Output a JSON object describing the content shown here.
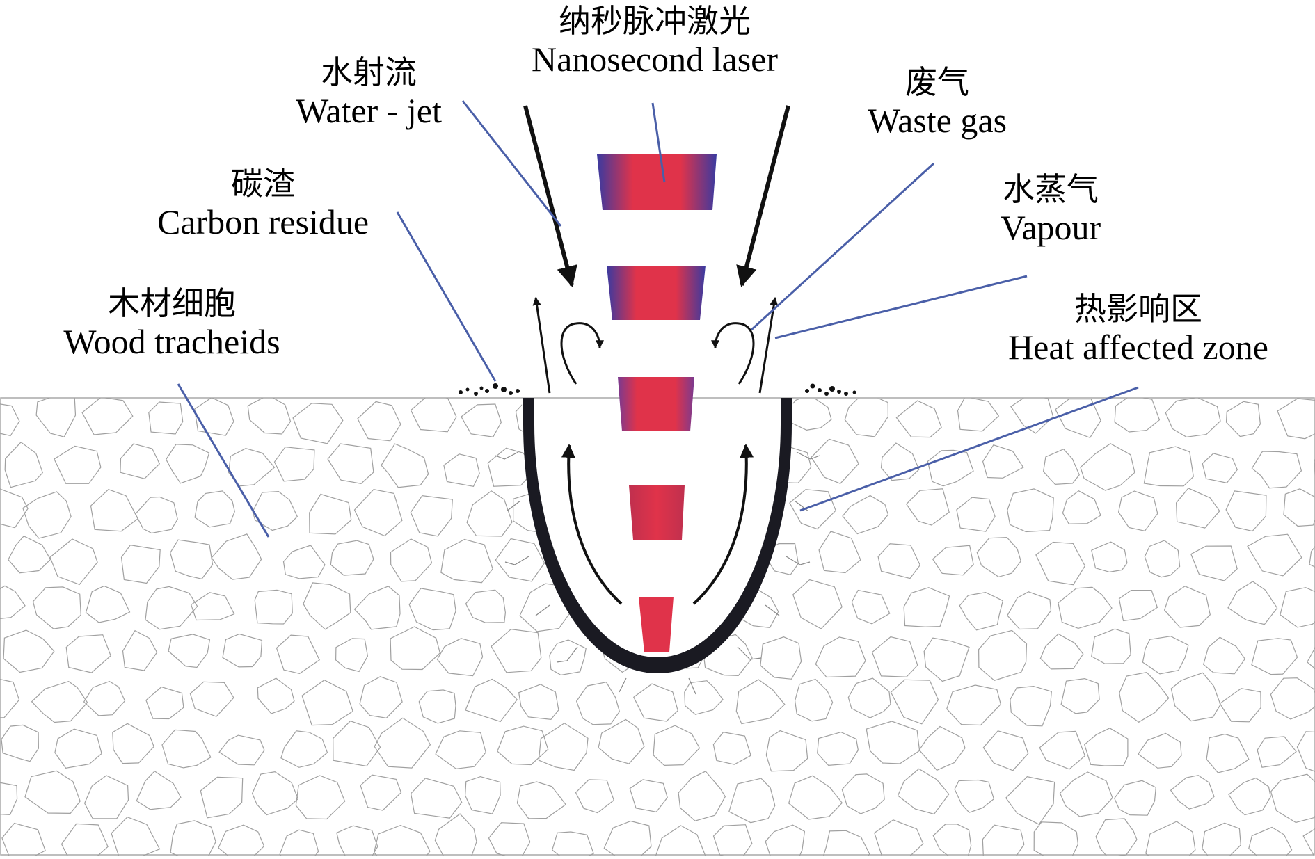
{
  "labels": {
    "laser": {
      "zh": "纳秒脉冲激光",
      "en": "Nanosecond laser"
    },
    "water_jet": {
      "zh": "水射流",
      "en": "Water - jet"
    },
    "waste_gas": {
      "zh": "废气",
      "en": "Waste gas"
    },
    "carbon_residue": {
      "zh": "碳渣",
      "en": "Carbon residue"
    },
    "vapour": {
      "zh": "水蒸气",
      "en": "Vapour"
    },
    "wood_tracheids": {
      "zh": "木材细胞",
      "en": "Wood tracheids"
    },
    "heat_affected_zone": {
      "zh": "热影响区",
      "en": "Heat affected zone"
    }
  },
  "colors": {
    "leader_line": "#4a5fa8",
    "laser_center": "#e0334a",
    "laser_edge": "#3a3aa0",
    "kerf_wall": "#1a1a22",
    "cell_outline": "#a0a0a0",
    "arrow": "#111111"
  }
}
